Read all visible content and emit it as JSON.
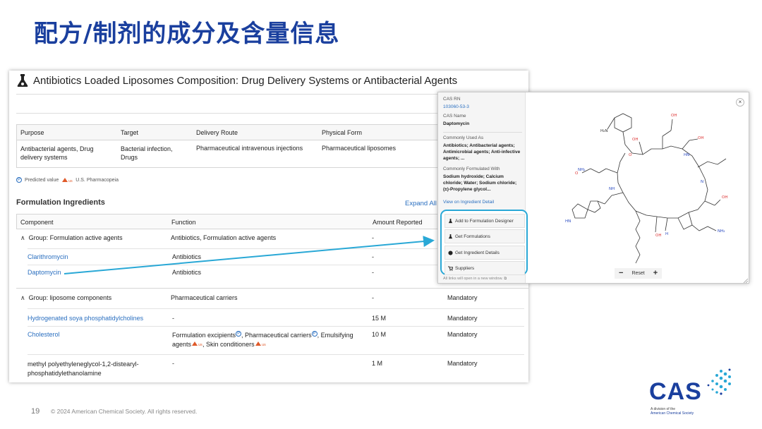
{
  "slide": {
    "title": "配方/制剂的成分及含量信息",
    "page_number": "19",
    "copyright": "© 2024 American Chemical Society. All rights reserved."
  },
  "panel": {
    "title": "Antibiotics Loaded Liposomes Composition: Drug Delivery Systems or Antibacterial Agents",
    "info_headers": [
      "Purpose",
      "Target",
      "Delivery Route",
      "Physical Form"
    ],
    "info_values": [
      "Antibacterial agents, Drug delivery systems",
      "Bacterial infection, Drugs",
      "Pharmaceutical intravenous injections",
      "Pharmaceutical liposomes"
    ],
    "legend_predicted": "Predicted value",
    "legend_usp": "U.S. Pharmacopeia",
    "ingredients_title": "Formulation Ingredients",
    "expand_all": "Expand All",
    "ing_headers": [
      "Component",
      "Function",
      "Amount Reported"
    ],
    "group1": {
      "name": "Group: Formulation active agents",
      "function": "Antibiotics, Formulation active agents",
      "amount": "-",
      "items": [
        {
          "name": "Clarithromycin",
          "function": "Antibiotics",
          "amount": "-"
        },
        {
          "name": "Daptomycin",
          "function": "Antibiotics",
          "amount": "-"
        }
      ]
    },
    "group2": {
      "name": "Group: liposome components",
      "function": "Pharmaceutical carriers",
      "amount": "-",
      "status": "Mandatory",
      "items": [
        {
          "name": "Hydrogenated soya phosphatidylcholines",
          "function": "-",
          "amount": "15 M",
          "status": "Mandatory"
        },
        {
          "name": "Cholesterol",
          "function_a": "Formulation excipients",
          "function_b": ", Pharmaceutical carriers",
          "function_c": ", Emulsifying",
          "function_d": "agents",
          "function_e": ", Skin conditioners",
          "amount": "10 M",
          "status": "Mandatory"
        },
        {
          "name": "methyl polyethyleneglycol-1,2-distearyl-phosphatidylethanolamine",
          "function": "-",
          "amount": "1 M",
          "status": "Mandatory"
        }
      ]
    }
  },
  "popup": {
    "cas_rn_label": "CAS RN",
    "cas_rn": "103060-53-3",
    "cas_name_label": "CAS Name",
    "cas_name": "Daptomycin",
    "commonly_used_label": "Commonly Used As",
    "commonly_used": "Antibiotics; Antibacterial agents; Antimicrobial agents; Anti-infective agents; ...",
    "commonly_formulated_label": "Commonly Formulated With",
    "commonly_formulated": "Sodium hydroxide; Calcium chloride; Water; Sodium chloride; (±)-Propylene glycol...",
    "view_detail": "View on Ingredient Detail",
    "actions": [
      "Add to Formulation Designer",
      "Get Formulations",
      "Get Ingredient Details",
      "Suppliers"
    ],
    "new_window_note": "All links will open in a new window.",
    "zoom_minus": "−",
    "zoom_reset": "Reset",
    "zoom_plus": "+",
    "close": "×",
    "atom_labels": {
      "h2n": "H₂N",
      "oh": "OH",
      "o": "O",
      "nh": "NH",
      "hn": "HN",
      "nh2": "NH₂",
      "h": "H",
      "n": "N"
    }
  },
  "logo": {
    "text": "CAS",
    "sub1": "A division of the",
    "sub2": "American Chemical Society"
  },
  "colors": {
    "title_blue": "#1a3f9e",
    "link_blue": "#2a6fc0",
    "highlight_cyan": "#29a8d6"
  }
}
